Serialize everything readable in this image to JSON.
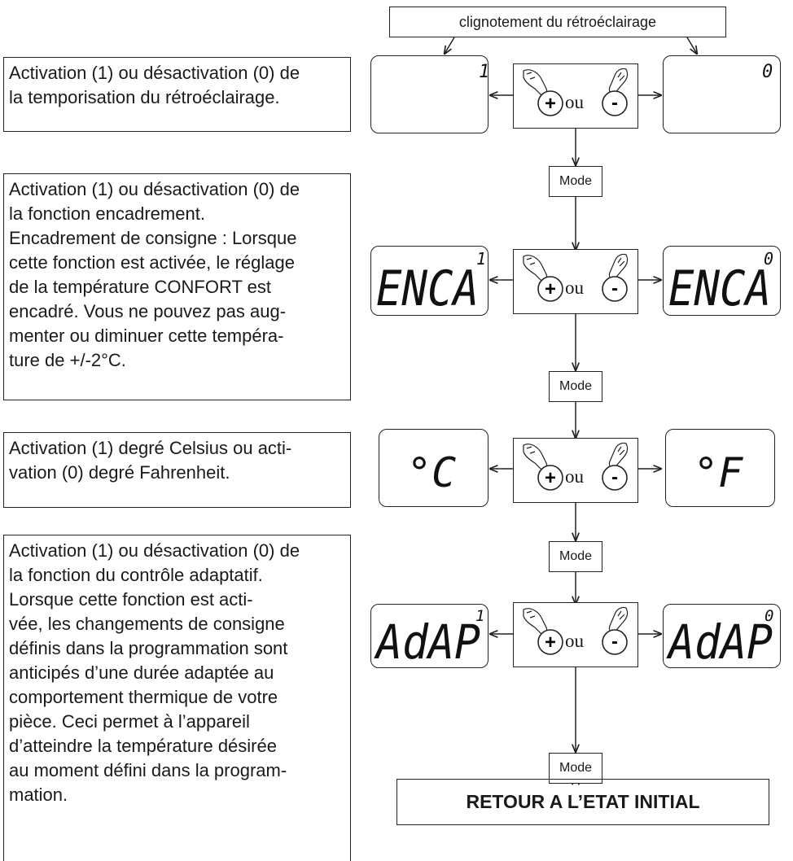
{
  "header": {
    "backlight_blink": "clignotement du rétroéclairage"
  },
  "descriptions": [
    {
      "lines": [
        "Activation (1) ou désactivation (0) de",
        "la temporisation du rétroéclairage."
      ]
    },
    {
      "lines": [
        "Activation (1) ou désactivation (0) de",
        "la fonction encadrement.",
        "Encadrement de consigne : Lorsque",
        "cette fonction est activée, le réglage",
        "de la température CONFORT est",
        "encadré. Vous ne pouvez pas aug-",
        "menter ou diminuer cette tempéra-",
        "ture de +/-2°C."
      ]
    },
    {
      "lines": [
        "Activation (1) degré Celsius ou acti-",
        "vation (0) degré Fahrenheit."
      ]
    },
    {
      "lines": [
        "Activation (1) ou désactivation (0) de",
        "la fonction du contrôle adaptatif.",
        "Lorsque cette fonction est acti-",
        "vée, les changements de consigne",
        "définis dans la programmation sont",
        "anticipés d’une durée adaptée au",
        "comportement thermique de votre",
        "pièce. Ceci permet à l’appareil",
        "d’atteindre la température désirée",
        "au moment défini dans la program-",
        "mation."
      ]
    }
  ],
  "steps": [
    {
      "left_display": {
        "text": "",
        "flag": "1"
      },
      "right_display": {
        "text": "",
        "flag": "0"
      }
    },
    {
      "left_display": {
        "text": "ENCA",
        "flag": "1"
      },
      "right_display": {
        "text": "ENCA",
        "flag": "0"
      }
    },
    {
      "left_display": {
        "text": "°C",
        "flag": ""
      },
      "right_display": {
        "text": "°F",
        "flag": ""
      }
    },
    {
      "left_display": {
        "text": "AdAP",
        "flag": "1"
      },
      "right_display": {
        "text": "AdAP",
        "flag": "0"
      }
    }
  ],
  "button_panel": {
    "plus": "+",
    "connector": "ou",
    "minus": "-"
  },
  "mode_label": "Mode",
  "final_label": "RETOUR A L’ETAT INITIAL",
  "colors": {
    "stroke": "#222222",
    "text": "#1a1a1a",
    "background": "#ffffff"
  }
}
